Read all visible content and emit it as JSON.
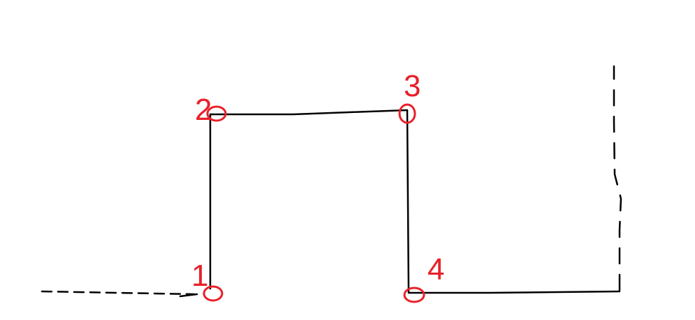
{
  "colors": {
    "line": "#000000",
    "marker": "#e8202a"
  },
  "points": [
    {
      "label": "1"
    },
    {
      "label": "2"
    },
    {
      "label": "3"
    },
    {
      "label": "4"
    }
  ]
}
